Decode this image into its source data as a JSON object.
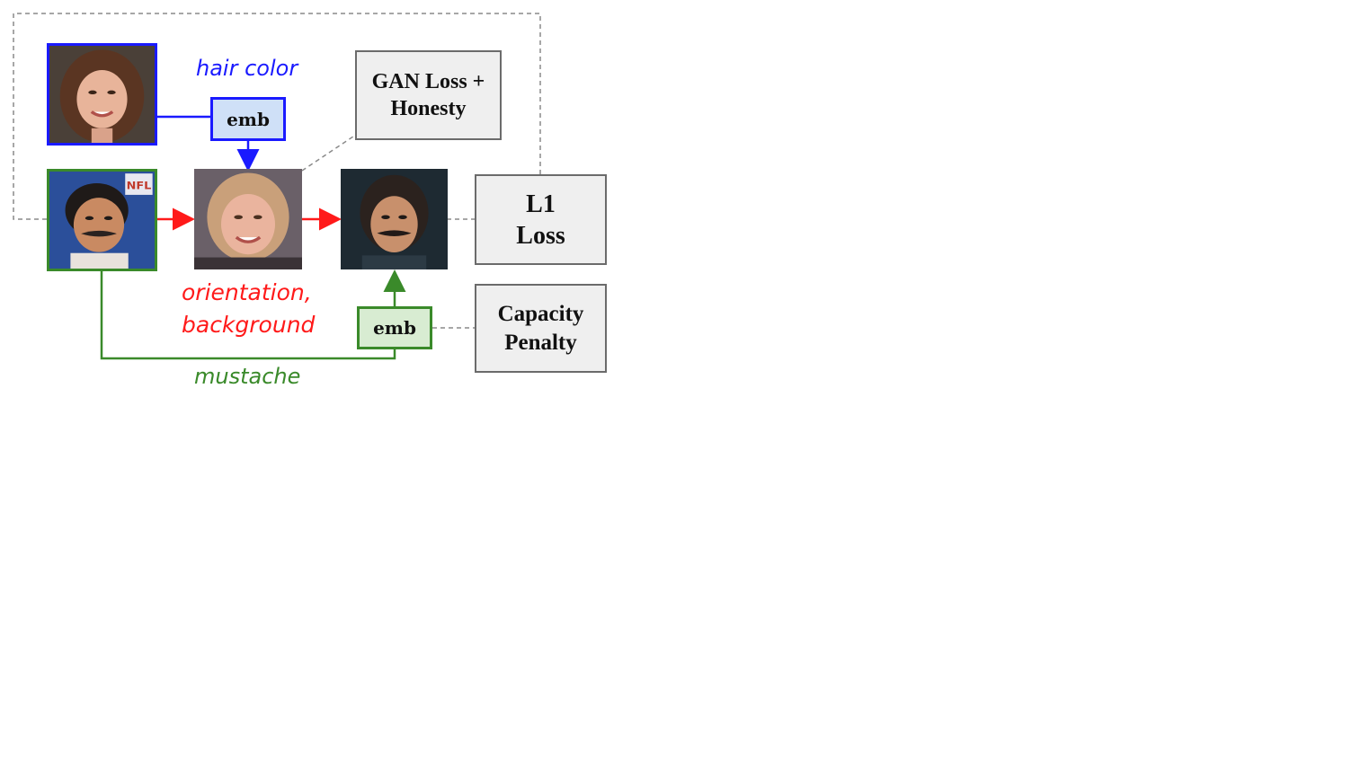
{
  "colors": {
    "hair": "#1a1aff",
    "orientation": "#ff1a1a",
    "mustache": "#3a8a2a",
    "emb_blue_fill": "#cfe0f7",
    "emb_green_fill": "#d8ecd2",
    "loss_fill": "#efefef",
    "loss_border": "#6b6b6b",
    "dashed": "#8a8a8a"
  },
  "labels": {
    "hair_color": "hair color",
    "orientation_line1": "orientation,",
    "orientation_line2": "background",
    "mustache": "mustache"
  },
  "emb": {
    "top": "emb",
    "bottom": "emb"
  },
  "losses": {
    "gan_line1": "GAN Loss +",
    "gan_line2": "Honesty",
    "l1_line1": "L1",
    "l1_line2": "Loss",
    "capacity_line1": "Capacity",
    "capacity_line2": "Penalty"
  },
  "images": {
    "hair_source": "woman-face-photo",
    "base_input": "man-face-photo",
    "intermediate": "woman-face-photo",
    "output": "man-face-photo"
  },
  "face_text": {
    "nfl_logo": "NFL"
  }
}
